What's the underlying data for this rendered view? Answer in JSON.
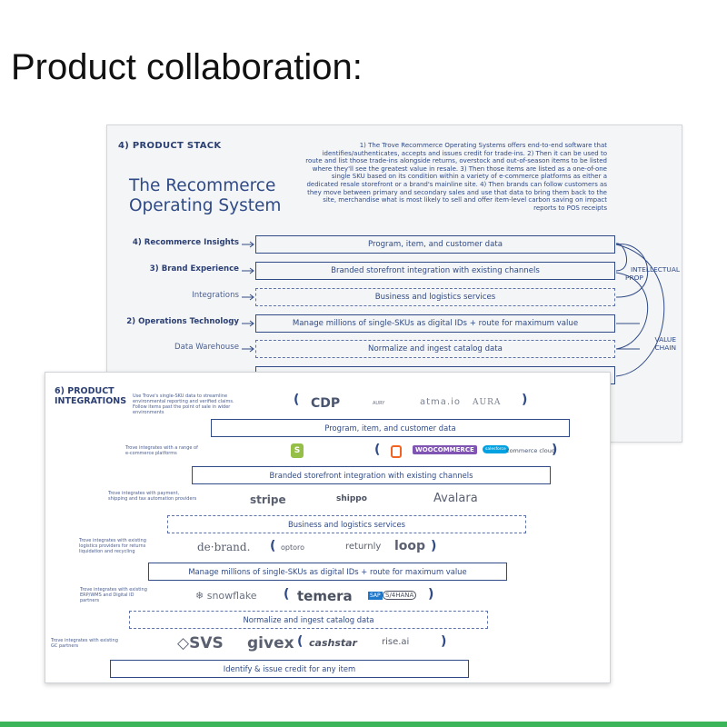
{
  "slide": {
    "title": "Product collaboration:"
  },
  "back_card": {
    "heading": "4) PRODUCT STACK",
    "title_line1": "The Recommerce",
    "title_line2": "Operating System",
    "description_lines": [
      "1) The Trove Recommerce Operating Systems offers end-to-end software that",
      "identifies/authenticates, accepts and issues credit for trade-ins. 2) Then it can be used to",
      "route and list those trade-ins alongside returns, overstock and out-of-season items to be listed",
      "where they'll see the greatest value in resale. 3) Then those items are listed as a one-of-one",
      "single SKU based on its condition within a variety of e-commerce platforms as either a",
      "dedicated resale storefront or a brand's mainline site. 4) Then brands can follow customers as",
      "they move between primary and secondary sales and use that data to bring them back to the",
      "site, merchandise what is most likely to sell and offer item-level carbon saving on impact",
      "reports to POS receipts"
    ],
    "rows": [
      {
        "label": "4) Recommerce Insights",
        "box": "Program, item, and customer data",
        "style": "solid",
        "weight": "bold"
      },
      {
        "label": "3) Brand Experience",
        "box": "Branded storefront integration with existing channels",
        "style": "solid",
        "weight": "bold"
      },
      {
        "label": "Integrations",
        "box": "Business and logistics services",
        "style": "dashed",
        "weight": "light"
      },
      {
        "label": "2) Operations Technology",
        "box": "Manage millions of single-SKUs as digital IDs + route for maximum value",
        "style": "solid",
        "weight": "bold"
      },
      {
        "label": "Data Warehouse",
        "box": "Normalize and ingest catalog data",
        "style": "dashed",
        "weight": "light"
      }
    ],
    "side_notes": {
      "ip_line1": "INTELLECTUAL",
      "ip_line2": "PROP",
      "vc_line1": "VALUE",
      "vc_line2": "CHAIN"
    }
  },
  "front_card": {
    "heading_line1": "6) PRODUCT",
    "heading_line2": "INTEGRATIONS",
    "rows": [
      {
        "note_lines": [
          "Use Trove's single-SKU data to streamline",
          "environmental reporting and verified claims.",
          "Follow items past the point of sale in wider",
          "environments"
        ],
        "logos": [
          "CDP",
          "AURY",
          "atma.io",
          "AURA"
        ],
        "box": "Program, item, and customer data",
        "style": "solid"
      },
      {
        "note_lines": [
          "Trove integrates with a range of",
          "e-commerce platforms"
        ],
        "logos": [
          "Shopify",
          "Magento",
          "WOOCOMMERCE",
          "salesforce",
          "commerce cloud"
        ],
        "box": "Branded storefront integration with existing channels",
        "style": "solid"
      },
      {
        "note_lines": [
          "Trove integrates with payment,",
          "shipping and tax automation providers"
        ],
        "logos": [
          "stripe",
          "shippo",
          "Avalara"
        ],
        "box": "Business and logistics services",
        "style": "dashed"
      },
      {
        "note_lines": [
          "Trove integrates with existing",
          "logistics providers for returns",
          "liquidation and recycling"
        ],
        "logos": [
          "de·brand.",
          "optoro",
          "returnly",
          "loop"
        ],
        "box": "Manage millions of single-SKUs as digital IDs + route for maximum value",
        "style": "solid"
      },
      {
        "note_lines": [
          "Trove integrates with existing",
          "ERP/WMS and Digital ID",
          "partners"
        ],
        "logos": [
          "snowflake",
          "temera",
          "SAP",
          "S/4HANA"
        ],
        "box": "Normalize and ingest catalog data",
        "style": "dashed"
      },
      {
        "note_lines": [
          "Trove integrates with existing",
          "GC partners"
        ],
        "logos": [
          "SVS",
          "givex",
          "cashstar",
          "rise.ai"
        ],
        "box": "Identify & issue credit for any item",
        "style": "solid"
      }
    ]
  },
  "colors": {
    "accent": "#3cb55a",
    "ink": "#2f4a86",
    "paper": "#f4f5f6"
  }
}
